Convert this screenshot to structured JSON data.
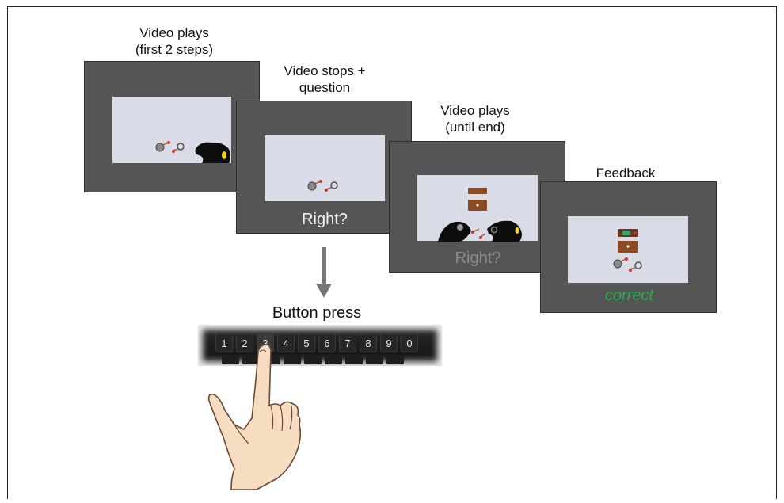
{
  "steps": [
    {
      "label_line1": "Video plays",
      "label_line2": "(first 2 steps)"
    },
    {
      "label_line1": "Video stops +",
      "label_line2": "question",
      "prompt": "Right?"
    },
    {
      "label_line1": "Video plays",
      "label_line2": "(until end)",
      "prompt": "Right?"
    },
    {
      "label_line1": "Feedback",
      "prompt": "correct"
    }
  ],
  "response": {
    "label": "Button press",
    "keys": [
      "1",
      "2",
      "3",
      "4",
      "5",
      "6",
      "7",
      "8",
      "9",
      "0"
    ]
  },
  "colors": {
    "screen": "#555555",
    "video": "#d9dce6",
    "feedback": "#22b14c",
    "prompt_faded": "#8c8c8c",
    "arrow": "#777777"
  }
}
